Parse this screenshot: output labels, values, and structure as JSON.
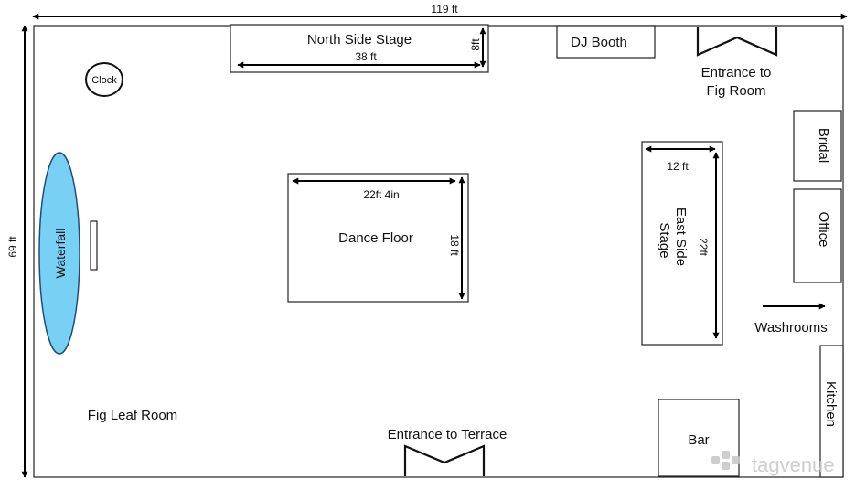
{
  "dimensions": {
    "width": "119 ft",
    "height": "69 ft"
  },
  "room_name": "Fig Leaf Room",
  "features": {
    "clock": "Clock",
    "waterfall": "Waterfall",
    "dj_booth": "DJ Booth",
    "bridal": "Bridal",
    "office": "Office",
    "kitchen": "Kitchen",
    "bar": "Bar",
    "washrooms": "Washrooms"
  },
  "north_stage": {
    "label": "North Side Stage",
    "length": "38 ft",
    "depth": "8ft"
  },
  "dance_floor": {
    "label": "Dance Floor",
    "width": "22ft 4in",
    "depth": "18 ft"
  },
  "east_stage": {
    "label_line1": "East Side",
    "label_line2": "Stage",
    "width": "12 ft",
    "length": "22ft"
  },
  "entrances": {
    "fig_room_line1": "Entrance to",
    "fig_room_line2": "Fig Room",
    "terrace": "Entrance to Terrace"
  },
  "watermark": "tagvenue",
  "colors": {
    "waterfall_fill": "#79D0F5",
    "waterfall_stroke": "#1F4E79",
    "line": "#111111"
  }
}
